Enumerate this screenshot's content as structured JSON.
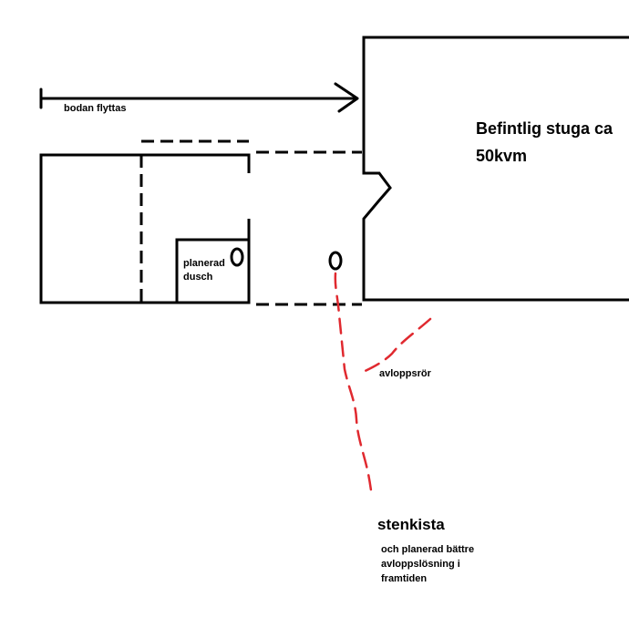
{
  "labels": {
    "move_note": "bodan flyttas",
    "existing_cabin_line1": "Befintlig stuga ca",
    "existing_cabin_line2": "50kvm",
    "shower_line1": "planerad",
    "shower_line2": "dusch",
    "drain_pipe": "avloppsrör",
    "stone_pit": "stenkista",
    "future_line1": "och planerad bättre",
    "future_line2": "avloppslösning i",
    "future_line3": "framtiden"
  },
  "colors": {
    "outline": "#000000",
    "drain": "#e0292f",
    "background": "#ffffff"
  }
}
